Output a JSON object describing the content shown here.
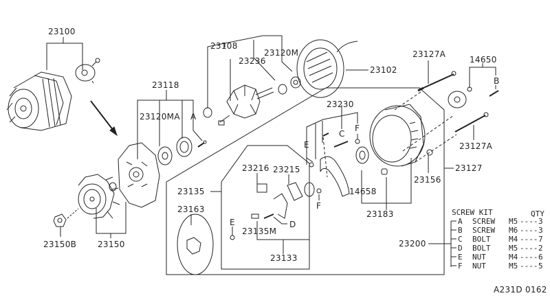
{
  "diagram": {
    "title": "Alternator exploded parts diagram",
    "line_color": "#222222",
    "background": "#ffffff",
    "catalog_code": "A231D 0162"
  },
  "part_labels": {
    "p23100": "23100",
    "p23118": "23118",
    "p23120MA": "23120MA",
    "pA_top": "A",
    "p23108": "23108",
    "p23236": "23236",
    "p23120M": "23120M",
    "p23102": "23102",
    "p23127A_top": "23127A",
    "p14650": "14650",
    "pB": "B",
    "p23127A_bot": "23127A",
    "p23230": "23230",
    "pC": "C",
    "pF_top": "F",
    "pE_top": "E",
    "p23127": "23127",
    "p23156": "23156",
    "p14658": "14658",
    "p23183": "23183",
    "p23135": "23135",
    "p23216": "23216",
    "p23215": "23215",
    "pF_mid": "F",
    "p23163": "23163",
    "pE_bot": "E",
    "pD": "D",
    "p23135M": "23135M",
    "p23133": "23133",
    "p23150B": "23150B",
    "p23150": "23150",
    "p23200": "23200"
  },
  "screw_kit": {
    "title": "SCREW KIT",
    "qty_header": "QTY",
    "items": [
      {
        "code": "A",
        "name": "SCREW",
        "size": "M5",
        "qty": "3"
      },
      {
        "code": "B",
        "name": "SCREW",
        "size": "M6",
        "qty": "3"
      },
      {
        "code": "C",
        "name": "BOLT",
        "size": "M4",
        "qty": "7"
      },
      {
        "code": "D",
        "name": "BOLT",
        "size": "M5",
        "qty": "2"
      },
      {
        "code": "E",
        "name": "NUT",
        "size": "M4",
        "qty": "6"
      },
      {
        "code": "F",
        "name": "NUT",
        "size": "M5",
        "qty": "5"
      }
    ]
  }
}
